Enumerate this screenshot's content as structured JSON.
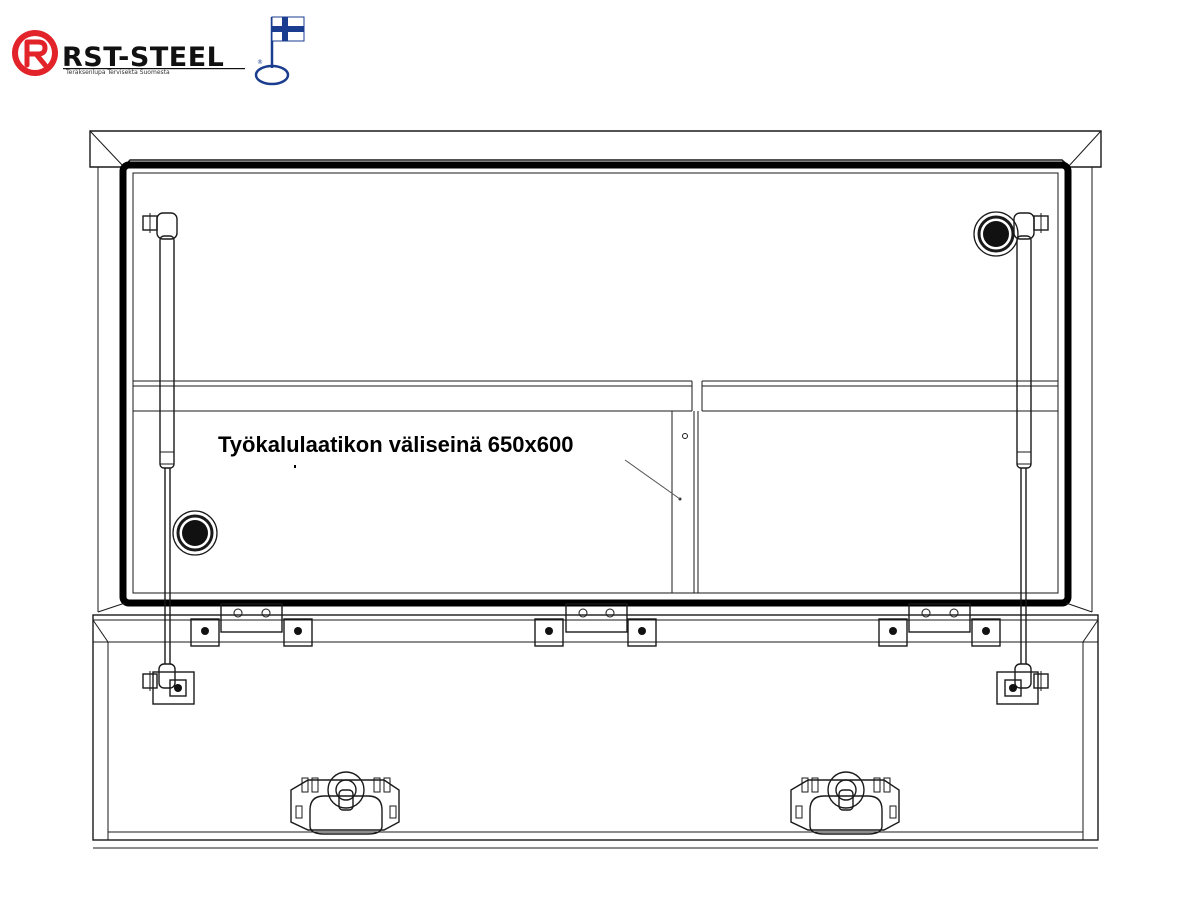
{
  "brand": {
    "name": "RST-STEEL",
    "tagline": "Teräksenlupa Tervisekta Suomesta",
    "reg_mark": "®",
    "colors": {
      "logo_red": "#e2232a",
      "flag_blue": "#1a3d8f"
    }
  },
  "drawing": {
    "callout_label": "Työkalulaatikon väliseinä 650x600"
  }
}
